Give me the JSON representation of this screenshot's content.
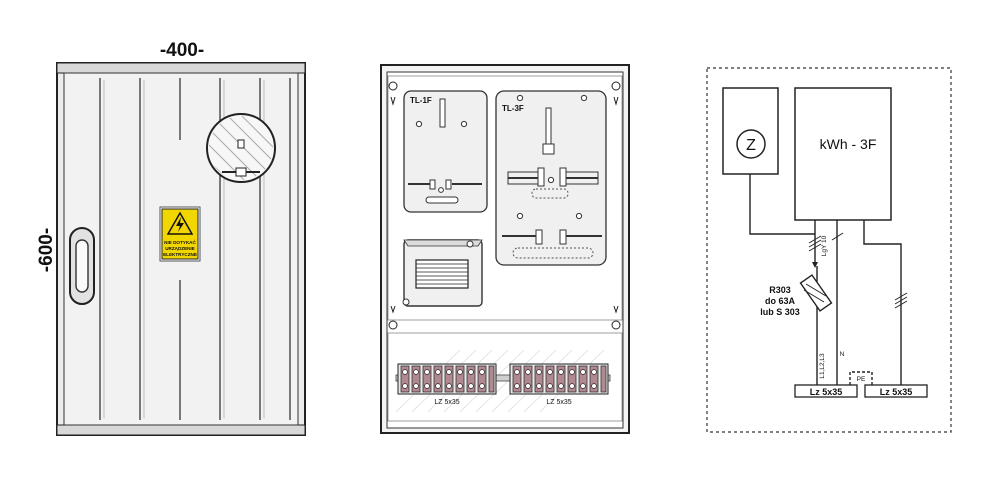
{
  "dimensions": {
    "width": "-400-",
    "height": "-600-"
  },
  "door": {
    "warning_sign": {
      "line1": "NIE DOTYKAĆ",
      "line2": "URZĄDZENIE",
      "line3": "ELEKTRYCZNE",
      "color": "#f2d600"
    }
  },
  "inside": {
    "single_phase_board": "TL-1F",
    "three_phase_board": "TL-3F",
    "terminal_strip_left": "LZ 5x35",
    "terminal_strip_right": "LZ 5x35",
    "terminal_color": "#b08a90"
  },
  "schematic": {
    "clock_symbol": "Z",
    "meter_label": "kWh - 3F",
    "wire_label_top": "LgY 10",
    "fuse_label_line1": "R303",
    "fuse_label_line2": "do 63A",
    "fuse_label_line3": "lub S 303",
    "phase_label": "L1,L2,L3",
    "neutral_label": "N",
    "pe_label": "PE",
    "left_terminal": "Lz 5x35",
    "right_terminal": "Lz 5x35"
  }
}
